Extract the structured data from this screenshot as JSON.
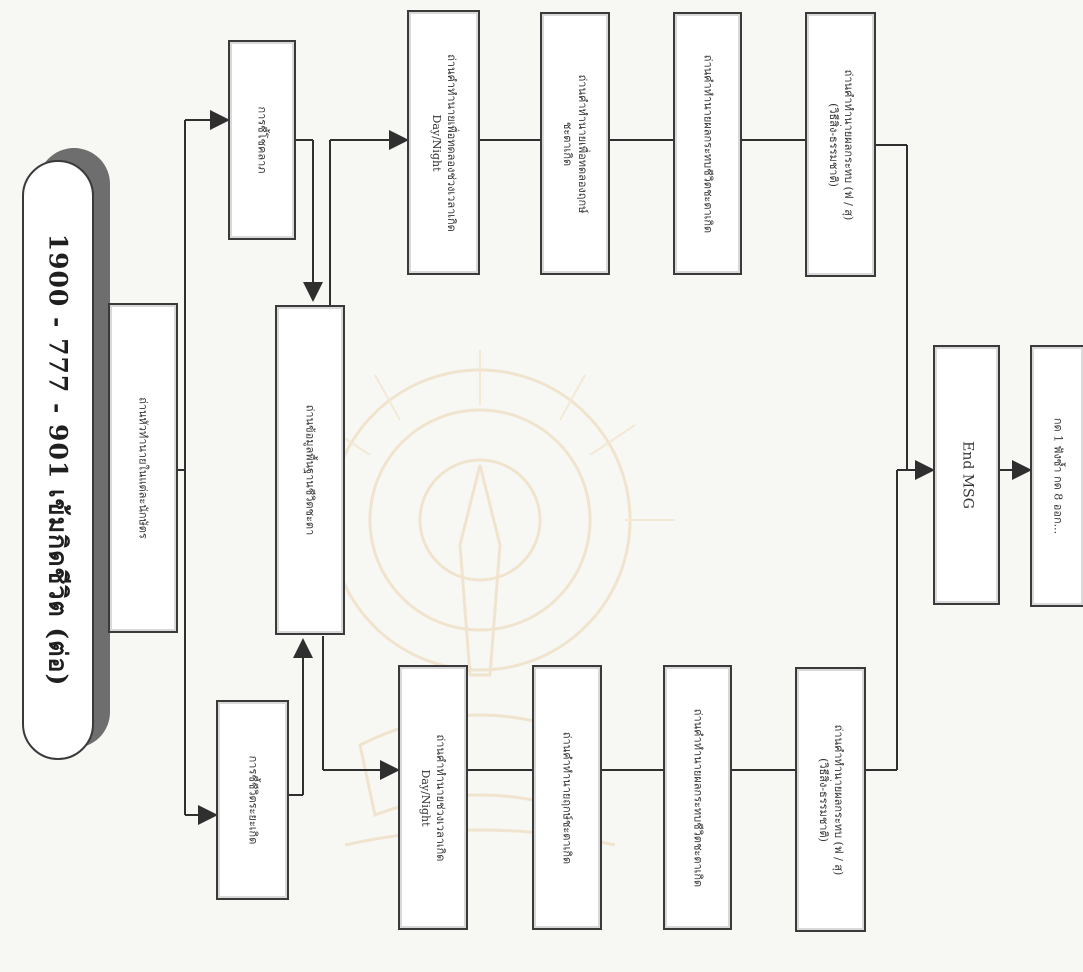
{
  "title": "1900 - 777 - 901 เข้มกิดชีวิต  (ต่อ)",
  "nodes": {
    "root": "ถ่านหัวทำนายในแต่ละนักษัตร",
    "branch_top": "การชี้โชคลาภ",
    "branch_bottom": "การชี้ชีวิตระยะเกิด",
    "center": "ถ่านข้อมูลพื้นฐานชีวิตชะตา",
    "top_col": [
      "ถ่านคำทำนายเพื่อทดลองช่วงเวลาเกิด\nDay/Night",
      "ถ่านคำทำนายเพื่อทดลองฤกษ์\nชะตาเกิด",
      "ถ่านคำทำนายผลกระทบชีวิตชะตาเกิด",
      "ถ่านคำทำนายผลกระทบ (ฟ / สุ)\n(วิธีสิ่ง-ธรรมชาติ)"
    ],
    "bottom_col": [
      "ถ่านคำทำนายช่วงเวลาเกิด\nDay/Night",
      "ถ่านคำทำนายฤกษ์ชะตาเกิด",
      "ถ่านคำทำนายผลกระทบชีวิตชะตาเกิด",
      "ถ่านคำทำนายผลกระทบ (ฟ / สุ)\n(วิธีสิ่ง-ธรรมชาติ)"
    ],
    "end": "End MSG",
    "final": "กด 1 ฟังซ้ำ กด 8 ออก..."
  },
  "colors": {
    "line": "#2f2f2f",
    "box_border": "#3a3a3a",
    "shadow": "#6e6e6e",
    "background": "#f7f7f3",
    "watermark": "#e8c38a"
  }
}
